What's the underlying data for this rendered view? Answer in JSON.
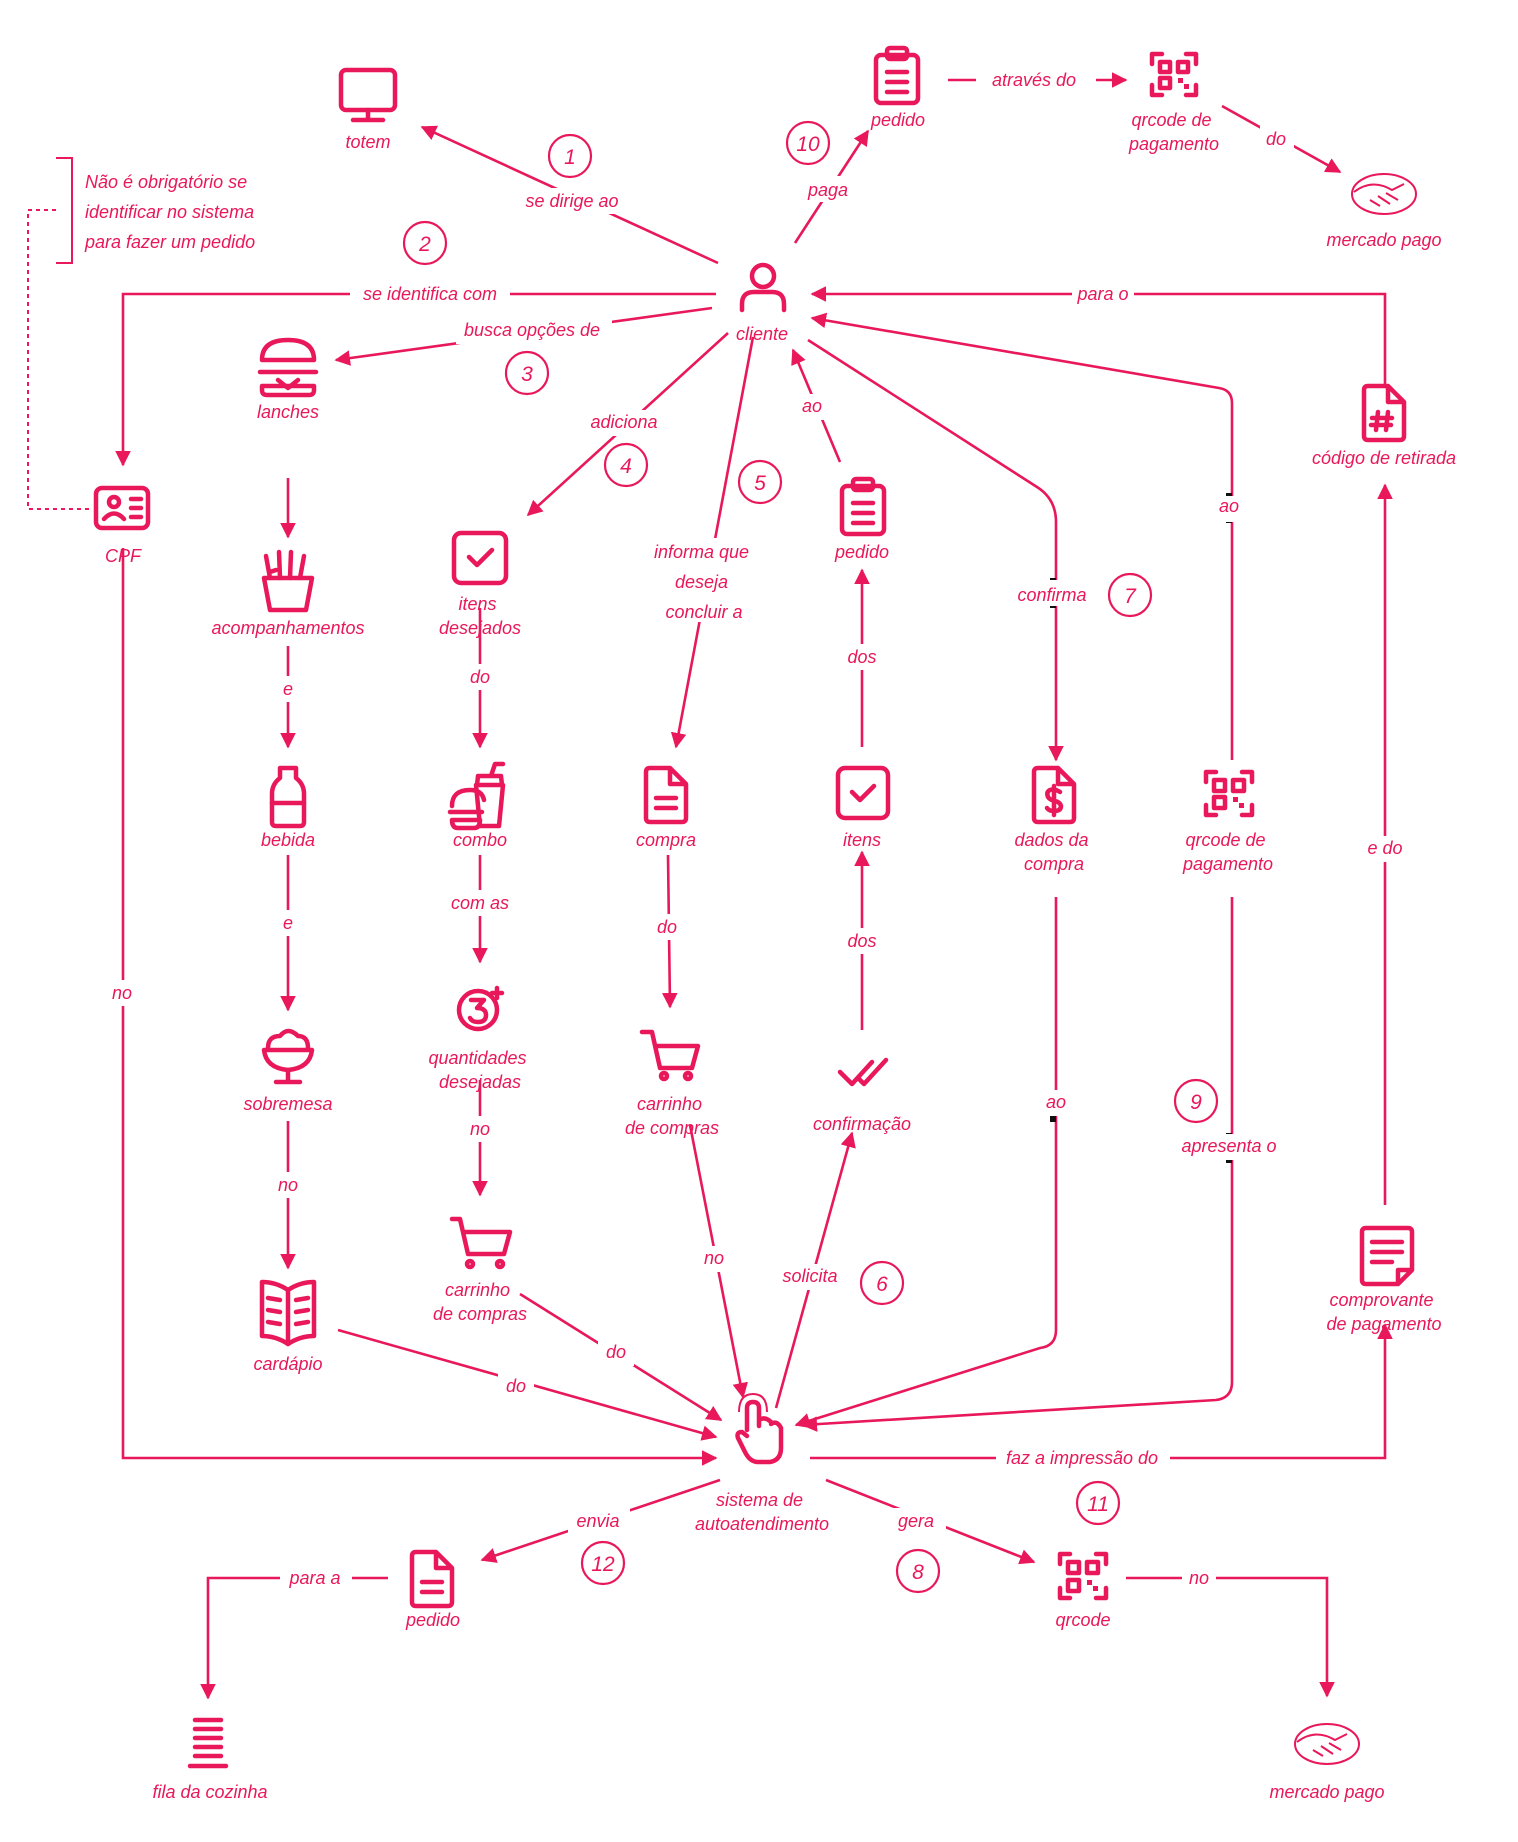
{
  "colors": {
    "accent": "#e8185a",
    "background": "#ffffff",
    "marker": "#111111"
  },
  "nodes": {
    "totem": "totem",
    "cliente": "cliente",
    "pedido_top": "pedido",
    "qrcode_top": [
      "qrcode de",
      "pagamento"
    ],
    "mercado_pago_top": "mercado pago",
    "note": [
      "Não é obrigatório se",
      "identificar no sistema",
      "para fazer um pedido"
    ],
    "cpf": "CPF",
    "lanches": "lanches",
    "acompanhamentos": "acompanhamentos",
    "bebida": "bebida",
    "sobremesa": "sobremesa",
    "cardapio": "cardápio",
    "itens_desejados": [
      "itens",
      "desejados"
    ],
    "combo": "combo",
    "quantidades_desejadas": [
      "quantidades",
      "desejadas"
    ],
    "carrinho_left": [
      "carrinho",
      "de compras"
    ],
    "compra": "compra",
    "carrinho_mid": [
      "carrinho",
      "de compras"
    ],
    "pedido_mid": "pedido",
    "itens": "itens",
    "confirmacao": "confirmação",
    "dados_compra": [
      "dados da",
      "compra"
    ],
    "qrcode_mid": [
      "qrcode de",
      "pagamento"
    ],
    "codigo_retirada": "código de retirada",
    "comprovante": [
      "comprovante",
      "de pagamento"
    ],
    "sistema": [
      "sistema de",
      "autoatendimento"
    ],
    "pedido_bottom": "pedido",
    "fila_cozinha": "fila da cozinha",
    "qrcode_bottom": "qrcode",
    "mercado_pago_bottom": "mercado pago"
  },
  "edges": {
    "se_dirige_ao": "se dirige ao",
    "paga": "paga",
    "atraves_do": "através do",
    "do_mp_top": "do",
    "se_identifica_com": "se identifica com",
    "para_o": "para o",
    "busca_opcoes_de": "busca opções de",
    "adiciona": "adiciona",
    "informa_que": [
      "informa que",
      "deseja",
      "concluir a"
    ],
    "ao_pedido": "ao",
    "confirma": "confirma",
    "ao_qrcode": "ao",
    "e_1": "e",
    "e_2": "e",
    "no_cardapio": "no",
    "do_combo": "do",
    "com_as": "com as",
    "no_carrinho_left": "no",
    "dos_pedido": "dos",
    "dos_itens": "dos",
    "do_compra": "do",
    "no_cpf": "no",
    "e_do": "e do",
    "ao_dados": "ao",
    "apresenta_o": "apresenta o",
    "do_cardapio_sys": "do",
    "do_carrinho_sys": "do",
    "no_carrinho_sys": "no",
    "solicita": "solicita",
    "faz_impressao": "faz a impressão do",
    "envia": "envia",
    "gera": "gera",
    "para_a": "para a",
    "no_mp_bottom": "no"
  },
  "steps": {
    "s1": "1",
    "s2": "2",
    "s3": "3",
    "s4": "4",
    "s5": "5",
    "s6": "6",
    "s7": "7",
    "s8": "8",
    "s9": "9",
    "s10": "10",
    "s11": "11",
    "s12": "12"
  },
  "icons": [
    "monitor-icon",
    "user-icon",
    "clipboard-icon",
    "qr-code-icon",
    "handshake-icon",
    "id-card-icon",
    "burger-icon",
    "fries-icon",
    "bottle-icon",
    "ice-cream-icon",
    "menu-book-icon",
    "checkbox-icon",
    "combo-meal-icon",
    "quantity-icon",
    "cart-icon",
    "document-icon",
    "double-check-icon",
    "dollar-document-icon",
    "hash-document-icon",
    "receipt-icon",
    "touch-hand-icon",
    "queue-icon"
  ]
}
